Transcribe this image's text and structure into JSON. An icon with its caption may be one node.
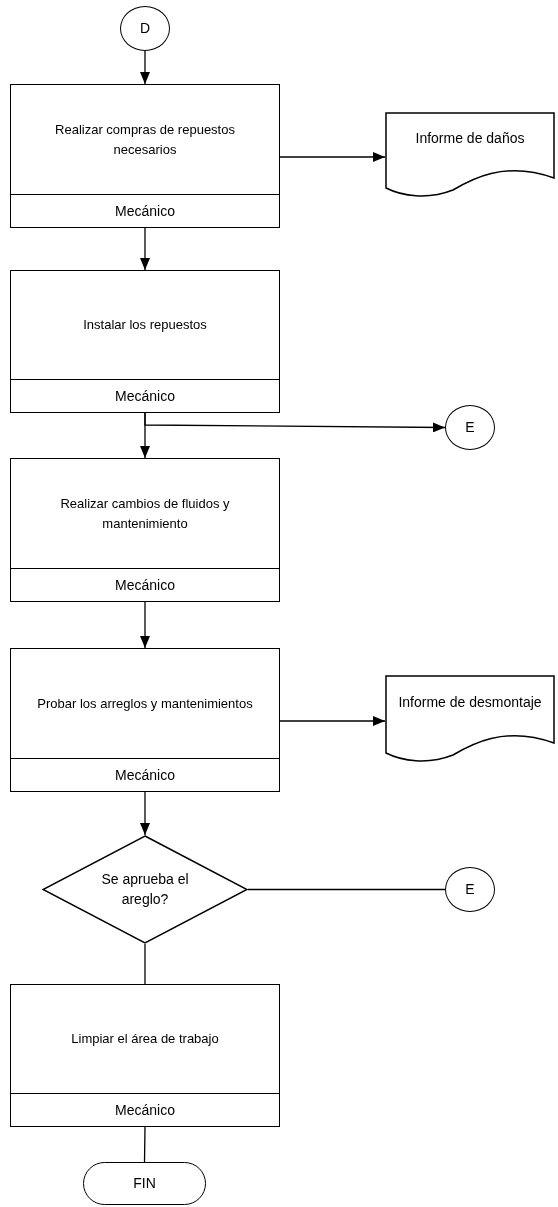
{
  "diagram": {
    "nodes": [
      {
        "text": [
          "D"
        ]
      },
      {
        "text": [
          "Realizar compras de repuestos necesarios",
          "Mecánico"
        ]
      },
      {
        "text": [
          "Informe de daños"
        ]
      },
      {
        "text": [
          "Instalar los repuestos",
          "Mecánico"
        ]
      },
      {
        "text": [
          "E"
        ]
      },
      {
        "text": [
          "Realizar cambios de fluidos y mantenimiento",
          "Mecánico"
        ]
      },
      {
        "text": [
          "Probar los arreglos y mantenimientos",
          "Mecánico"
        ]
      },
      {
        "text": [
          "Informe de desmontaje"
        ]
      },
      {
        "text": [
          "Se aprueba el areglo?"
        ]
      },
      {
        "text": [
          "E"
        ]
      },
      {
        "text": [
          "Limpiar el área de trabajo",
          "Mecánico"
        ]
      },
      {
        "text": [
          "FIN"
        ]
      }
    ],
    "edges": [
      {
        "from": 0,
        "to": 1,
        "arrow": "to"
      },
      {
        "from": 1,
        "to": 2,
        "arrow": "to"
      },
      {
        "from": 1,
        "to": 3,
        "arrow": "to"
      },
      {
        "from": 3,
        "to": 5,
        "arrow": "to"
      },
      {
        "from": 3,
        "to": 4,
        "arrow": "to"
      },
      {
        "from": 5,
        "to": 6,
        "arrow": "to"
      },
      {
        "from": 6,
        "to": 7,
        "arrow": "to"
      },
      {
        "from": 6,
        "to": 8,
        "arrow": "to"
      },
      {
        "from": 8,
        "to": 9,
        "arrow": "none"
      },
      {
        "from": 8,
        "to": 10,
        "arrow": "none"
      },
      {
        "from": 10,
        "to": 11,
        "arrow": "none"
      }
    ]
  }
}
